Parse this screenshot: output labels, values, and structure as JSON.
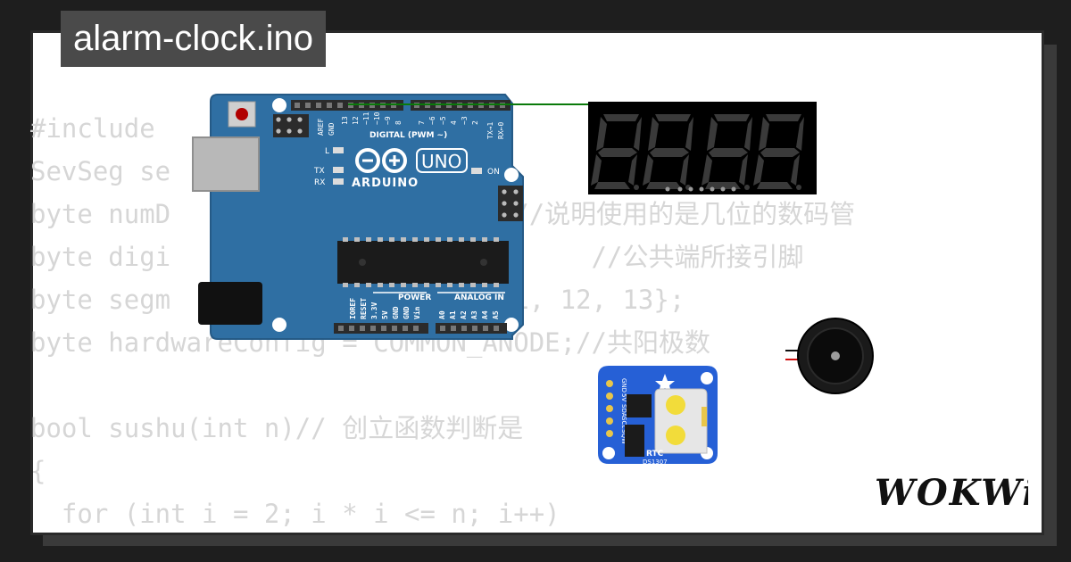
{
  "project": {
    "file_name": "alarm-clock.ino"
  },
  "code_lines": [
    "#include",
    "SevSeg se",
    "byte numD                      //说明使用的是几位的数码管",
    "byte digi                ;          //公共端所接引脚",
    "byte segm           8, 9, 10, 11, 12, 13};",
    "byte hardwareConfig = COMMON_ANODE;//共阳极数",
    "",
    "bool sushu(int n)// 创立函数判断是",
    "{",
    "  for (int i = 2; i * i <= n; i++)"
  ],
  "arduino": {
    "brand": "ARDUINO",
    "model": "UNO",
    "digital_label": "DIGITAL (PWM ~)",
    "power_label": "POWER",
    "analog_label": "ANALOG IN",
    "aref": "AREF",
    "gnd": "GND",
    "tx": "TX",
    "rx": "RX",
    "l": "L",
    "on": "ON",
    "digital_pins": [
      "13",
      "12",
      "~11",
      "~10",
      "~9",
      "8",
      "7",
      "~6",
      "~5",
      "4",
      "~3",
      "2",
      "TX→1",
      "RX←0"
    ],
    "power_pins": [
      "IOREF",
      "RESET",
      "3.3V",
      "5V",
      "GND",
      "GND",
      "Vin"
    ],
    "analog_pins": [
      "A0",
      "A1",
      "A2",
      "A3",
      "A4",
      "A5"
    ]
  },
  "rtc_module": {
    "label": "RTC",
    "chip": "DS1307",
    "pins": [
      "GND",
      "5V",
      "SDA",
      "SCL",
      "SQW"
    ]
  },
  "brand": {
    "logo_text": "WOKWi"
  },
  "colors": {
    "board": "#2f6fa3",
    "wire": "#0a7a0a",
    "display_bg": "#000000",
    "segment_off": "#3a3a3a",
    "code_text": "#d6d6d6",
    "rtc_board": "#2660d6"
  }
}
